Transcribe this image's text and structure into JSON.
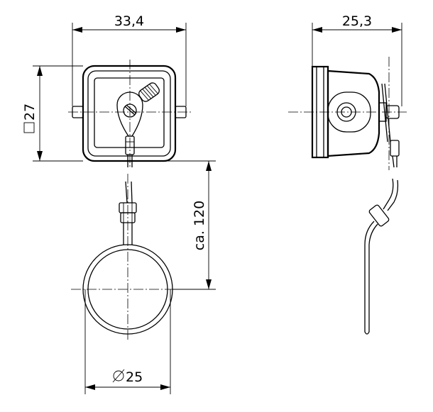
{
  "dimensions": {
    "front_width": "33,4",
    "side_depth": "25,3",
    "housing_square": "27",
    "cable_length": "ca. 120",
    "ring_diameter": "25"
  },
  "symbols": {
    "square": "square-symbol",
    "diameter": "diameter-symbol"
  }
}
